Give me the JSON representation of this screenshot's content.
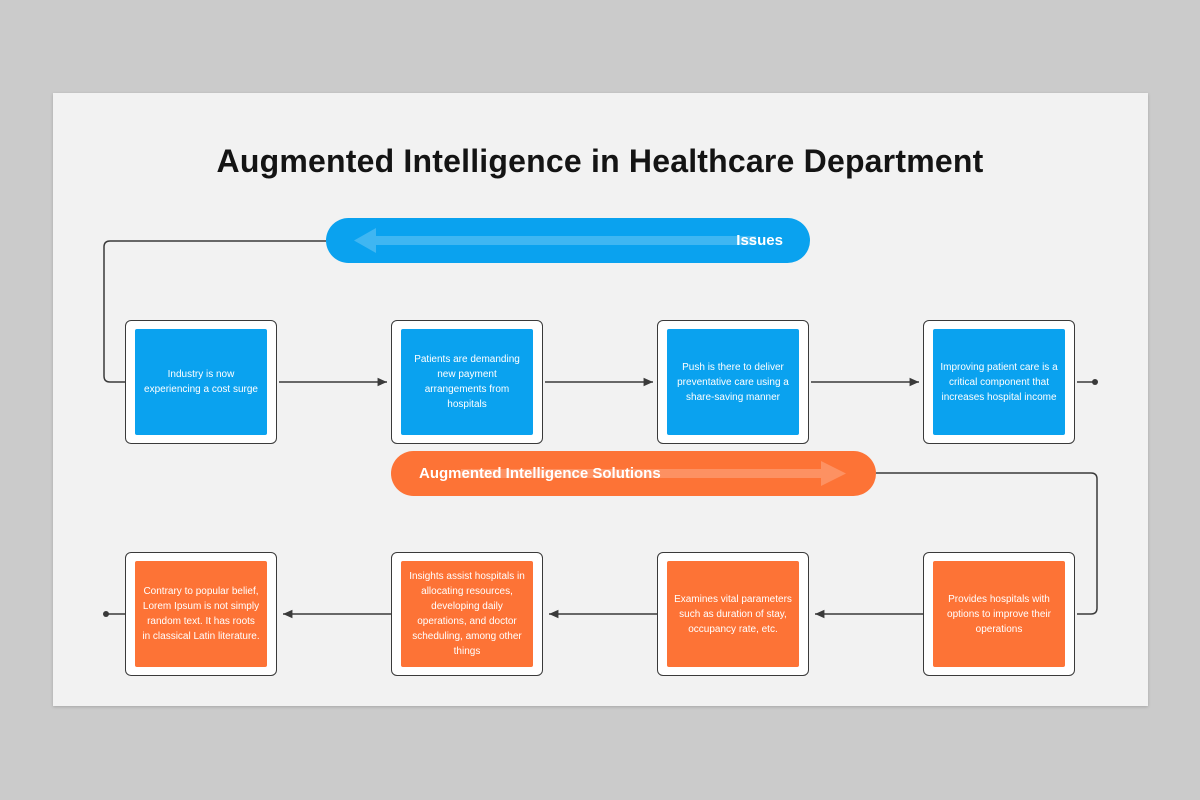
{
  "title": "Augmented Intelligence in Healthcare Department",
  "colors": {
    "issues": "#0aa2ef",
    "solutions": "#fd7336",
    "connector": "#3a3a3a",
    "slide_background": "#f2f2f2"
  },
  "issues": {
    "label": "Issues",
    "arrow_direction": "left",
    "cards": [
      "Industry is now experiencing a cost surge",
      "Patients are demanding new payment arrangements from hospitals",
      "Push is there to deliver preventative care using a share-saving manner",
      "Improving patient care is a critical component that increases hospital income"
    ]
  },
  "solutions": {
    "label": "Augmented Intelligence Solutions",
    "arrow_direction": "right",
    "cards": [
      "Provides hospitals with options to improve their operations",
      "Examines vital parameters such as duration of stay, occupancy rate, etc.",
      "Insights assist hospitals in allocating resources, developing daily operations, and doctor scheduling, among other things",
      "Contrary to popular belief, Lorem Ipsum is not simply random text. It has roots in classical Latin literature."
    ]
  }
}
